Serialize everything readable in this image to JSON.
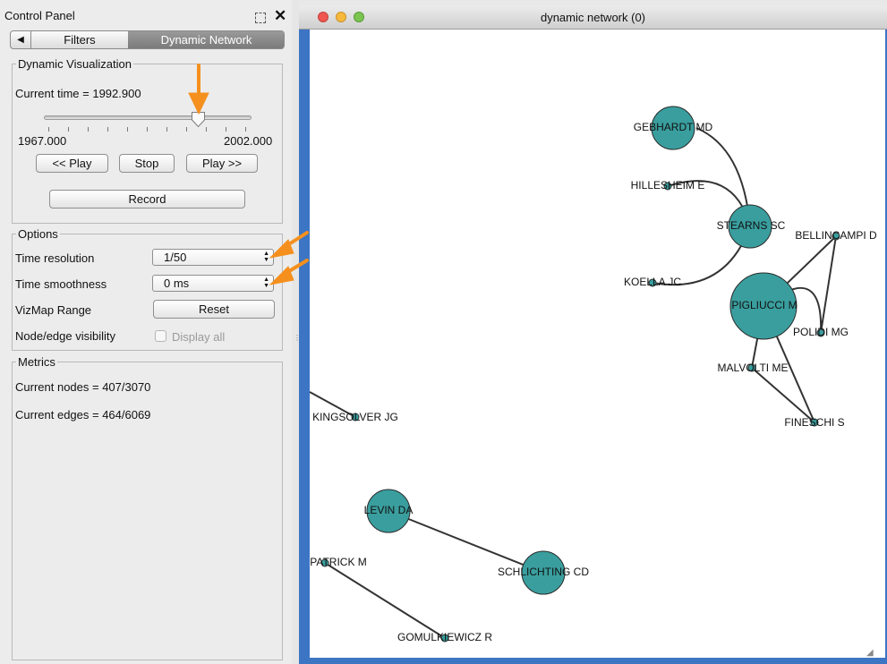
{
  "control_panel": {
    "title": "Control Panel",
    "tabs": [
      {
        "label": "Filters",
        "active": false
      },
      {
        "label": "Dynamic Network",
        "active": true
      }
    ],
    "dynamic_visualization": {
      "legend": "Dynamic Visualization",
      "current_time": "Current time = 1992.900",
      "slider": {
        "min_label": "1967.000",
        "max_label": "2002.000",
        "min": 1967.0,
        "max": 2002.0,
        "value": 1992.9
      },
      "play_back": "<< Play",
      "stop": "Stop",
      "play_forward": "Play >>",
      "record": "Record"
    },
    "options": {
      "legend": "Options",
      "time_resolution_label": "Time resolution",
      "time_resolution_value": "1/50",
      "time_smoothness_label": "Time smoothness",
      "time_smoothness_value": "0 ms",
      "vizmap_range_label": "VizMap Range",
      "reset": "Reset",
      "visibility_label": "Node/edge visibility",
      "display_all": "Display all",
      "display_all_checked": false
    },
    "metrics": {
      "legend": "Metrics",
      "nodes": "Current nodes = 407/3070",
      "edges": "Current edges = 464/6069"
    }
  },
  "network_window": {
    "title": "dynamic network (0)",
    "node_color": "#3a9e9e",
    "annotation_color": "#f5901e",
    "nodes": [
      {
        "id": "gebhardt",
        "label": "GEBHARDT MD",
        "size": "large"
      },
      {
        "id": "hillesheim",
        "label": "HILLESHEIM E",
        "size": "small"
      },
      {
        "id": "stearns",
        "label": "STEARNS SC",
        "size": "large"
      },
      {
        "id": "bellincampi",
        "label": "BELLINCAMPI D",
        "size": "small"
      },
      {
        "id": "koella",
        "label": "KOELLA JC",
        "size": "small"
      },
      {
        "id": "pigliucci",
        "label": "PIGLIUCCI M",
        "size": "xlarge"
      },
      {
        "id": "polidi",
        "label": "POLIDI MG",
        "size": "small"
      },
      {
        "id": "malvolti",
        "label": "MALVOLTI ME",
        "size": "small"
      },
      {
        "id": "fineschi",
        "label": "FINESCHI S",
        "size": "small"
      },
      {
        "id": "kingsolver",
        "label": "KINGSOLVER JG",
        "size": "small"
      },
      {
        "id": "levin",
        "label": "LEVIN DA",
        "size": "large"
      },
      {
        "id": "schlichting",
        "label": "SCHLICHTING CD",
        "size": "large"
      },
      {
        "id": "patrick",
        "label": "PATRICK M",
        "size": "small"
      },
      {
        "id": "gomulkiewicz",
        "label": "GOMULKIEWICZ R",
        "size": "small"
      }
    ],
    "edges": [
      [
        "gebhardt",
        "stearns"
      ],
      [
        "hillesheim",
        "stearns"
      ],
      [
        "stearns",
        "koella"
      ],
      [
        "pigliucci",
        "bellincampi"
      ],
      [
        "pigliucci",
        "polidi"
      ],
      [
        "bellincampi",
        "polidi"
      ],
      [
        "pigliucci",
        "malvolti"
      ],
      [
        "pigliucci",
        "fineschi"
      ],
      [
        "malvolti",
        "fineschi"
      ],
      [
        "levin",
        "schlichting"
      ],
      [
        "patrick",
        "gomulkiewicz"
      ],
      [
        "offscreen",
        "kingsolver"
      ]
    ]
  }
}
